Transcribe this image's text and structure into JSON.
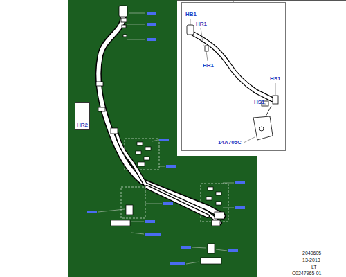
{
  "diagram": {
    "nodes": [
      {
        "text": [
          "HR2"
        ]
      }
    ],
    "labels": [
      "HB1",
      "HR1",
      "HR1",
      "HS1",
      "HS1",
      "14A705C",
      "2040605",
      "13-2013",
      "LT",
      "C0247965-01"
    ]
  }
}
